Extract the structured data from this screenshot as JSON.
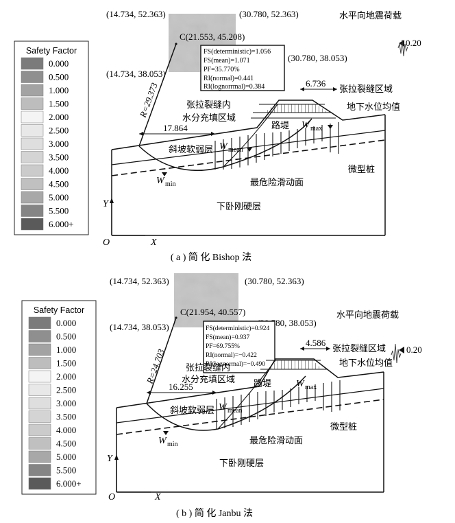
{
  "legend": {
    "title": "Safety Factor",
    "values": [
      "0.000",
      "0.500",
      "1.000",
      "1.500",
      "2.000",
      "2.500",
      "3.000",
      "3.500",
      "4.000",
      "4.500",
      "5.000",
      "5.500",
      "6.000+"
    ],
    "colors": [
      "#7b7b7b",
      "#8f8f8f",
      "#a3a3a3",
      "#bdbdbd",
      "#f4f4f4",
      "#e8e8e8",
      "#dedede",
      "#d4d4d4",
      "#cbcbcb",
      "#c0c0c0",
      "#a8a8a8",
      "#858585",
      "#5a5a5a"
    ]
  },
  "panels": [
    {
      "caption": "( a ) 简 化 Bishop 法",
      "grid": {
        "top_left": "(14.734, 52.363)",
        "top_right": "(30.780, 52.363)",
        "bottom_left": "(14.734, 38.053)",
        "bottom_right": "(30.780, 38.053)",
        "center": "C(21.553, 45.208)"
      },
      "info": [
        "FS(deterministic)=1.056",
        "FS(mean)=1.071",
        "PF=35.770%",
        "RI(normal)=0.441",
        "RI(lognorrmal)=0.384"
      ],
      "radius": "R=29.373",
      "dim_left": "17.864",
      "dim_right": "6.736",
      "labels": {
        "seismic": "水平向地震荷载",
        "seismic_value": "0.20",
        "crack_zone": "张拉裂缝区域",
        "crack_water_1": "张拉裂缝内",
        "crack_water_2": "水分充填区域",
        "embankment": "路堤",
        "water_mean_level": "地下水位均值",
        "weak_layer": "斜坡软弱层",
        "slip_surface": "最危险滑动面",
        "micropile": "微型桩",
        "bedrock": "下卧刚硬层",
        "w_mean": "W",
        "w_mean_sub": "mean",
        "w_max": "W",
        "w_max_sub": "max",
        "w_min": "W",
        "w_min_sub": "min",
        "axis_y": "Y",
        "axis_x": "X",
        "origin": "O"
      }
    },
    {
      "caption": "( b ) 简 化 Janbu 法",
      "grid": {
        "top_left": "(14.734, 52.363)",
        "top_right": "(30.780, 52.363)",
        "bottom_left": "(14.734, 38.053)",
        "bottom_right": "(30.780, 38.053)",
        "center": "C(21.954, 40.557)"
      },
      "info": [
        "FS(deterministic)=0.924",
        "FS(mean)=0.937",
        "PF=69.755%",
        "RI(normal)=−0.422",
        "RI(lognormal)=−0.490"
      ],
      "radius": "R=24.703",
      "dim_left": "16.255",
      "dim_right": "4.586",
      "labels": {
        "seismic": "水平向地震荷载",
        "seismic_value": "0.20",
        "crack_zone": "张拉裂缝区域",
        "crack_water_1": "张拉裂缝内",
        "crack_water_2": "水分充填区域",
        "embankment": "路堤",
        "water_mean_level": "地下水位均值",
        "weak_layer": "斜坡软弱层",
        "slip_surface": "最危险滑动面",
        "micropile": "微型桩",
        "bedrock": "下卧刚硬层",
        "w_mean": "W",
        "w_mean_sub": "mean",
        "w_max": "W",
        "w_max_sub": "max",
        "w_min": "W",
        "w_min_sub": "min",
        "axis_y": "Y",
        "axis_x": "X",
        "origin": "O"
      }
    }
  ]
}
